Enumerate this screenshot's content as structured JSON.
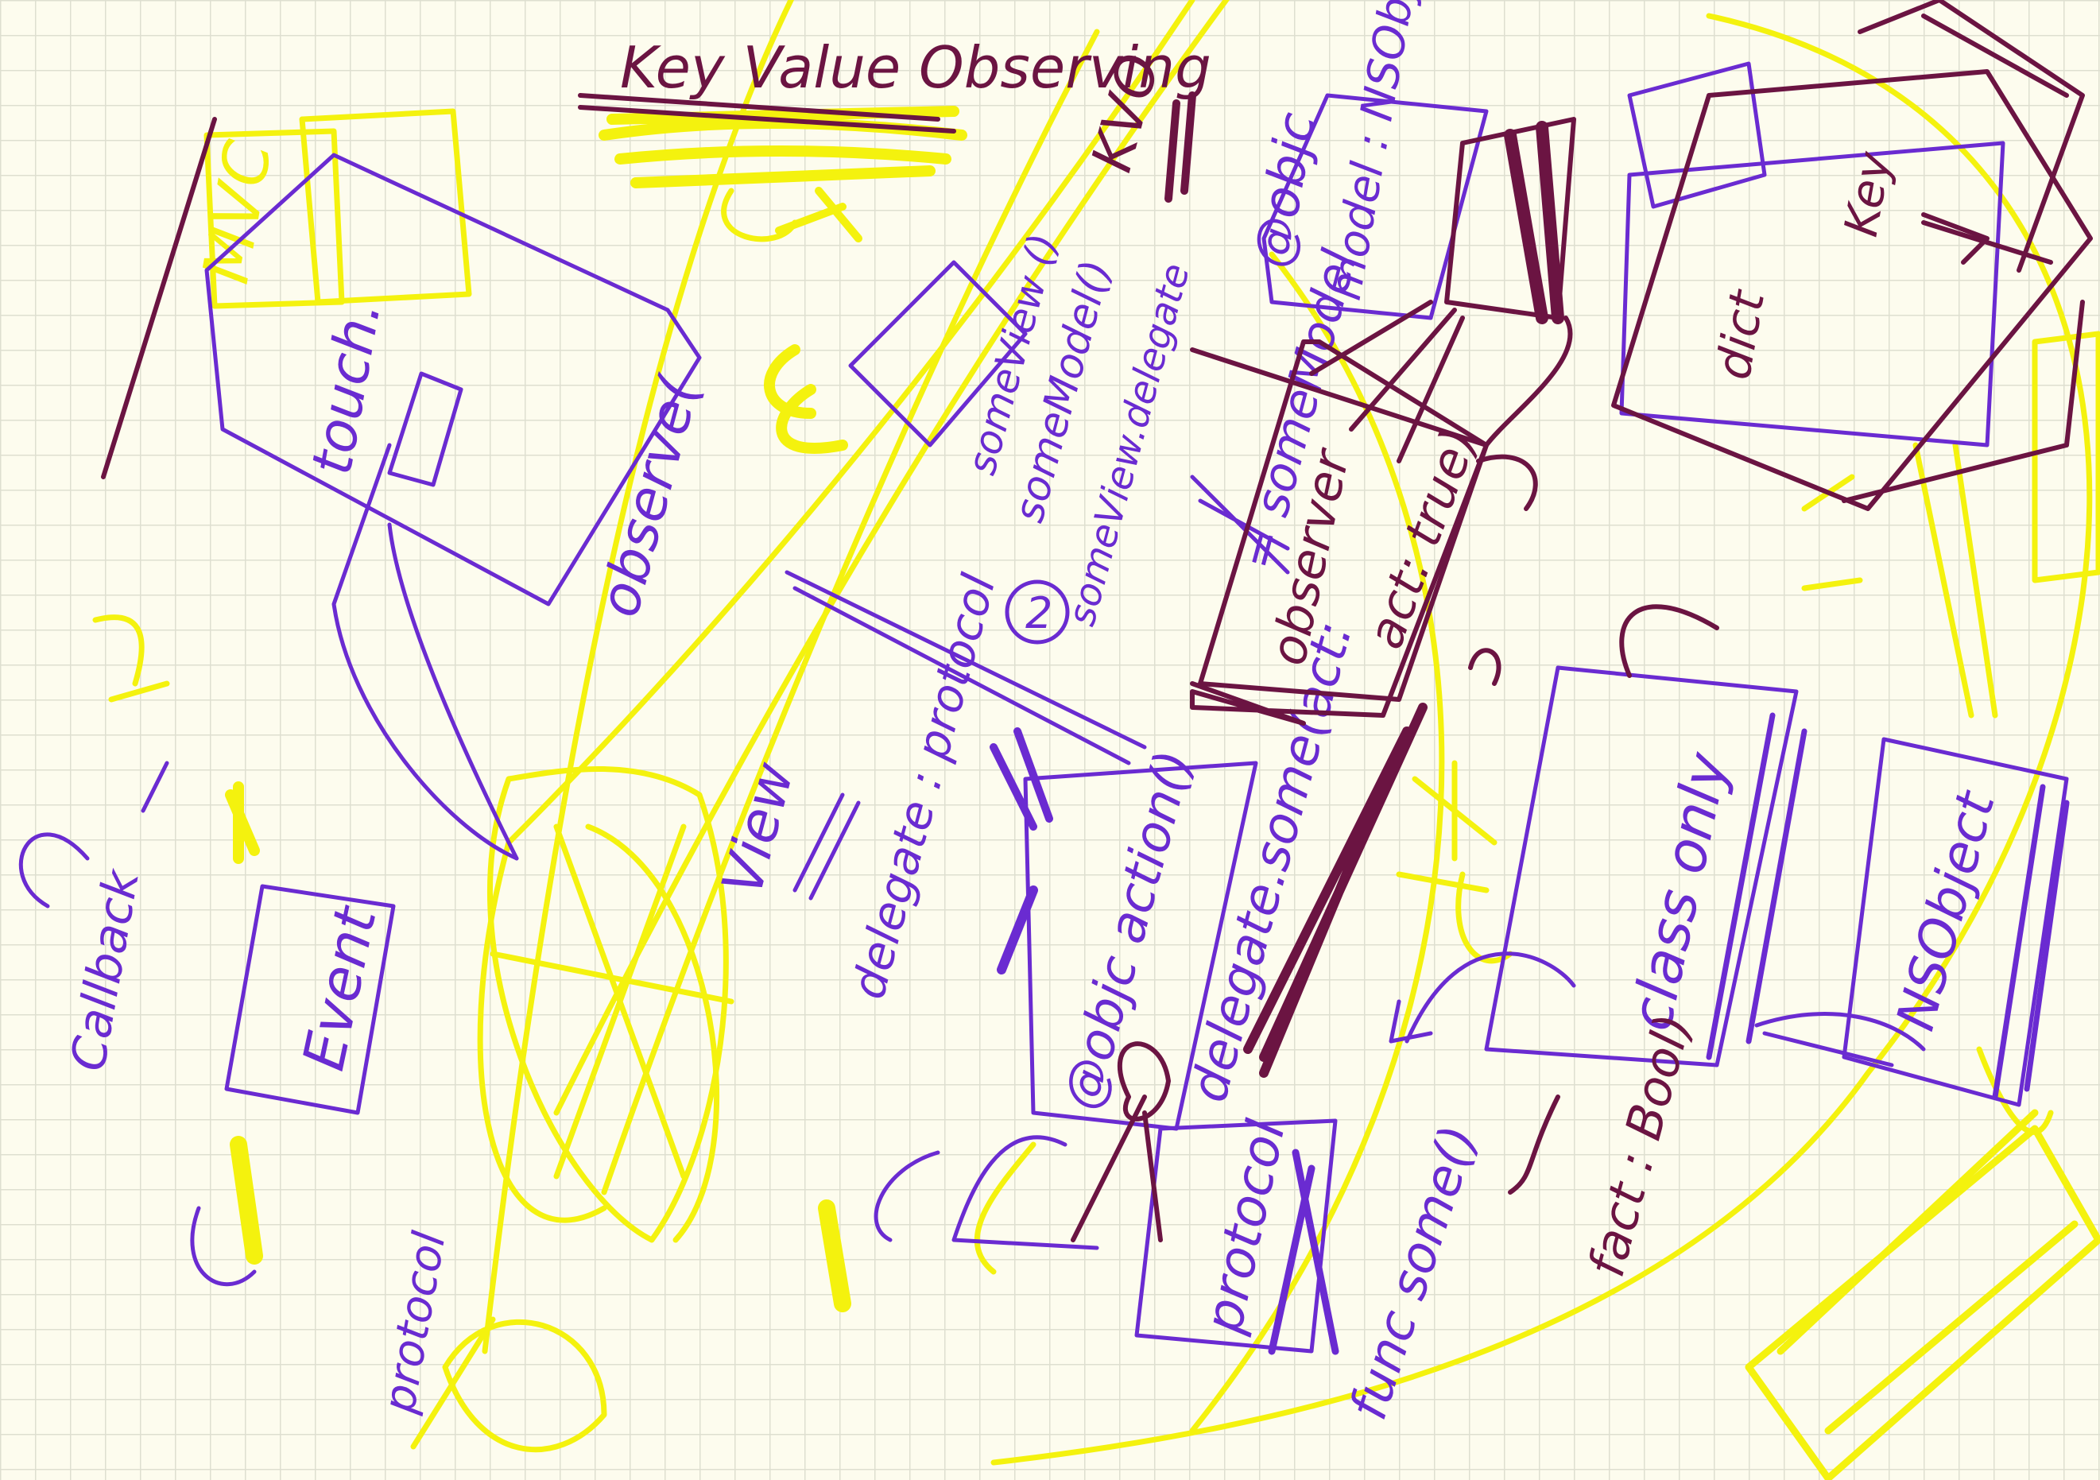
{
  "notes": {
    "title": "Key Value Observing",
    "kvo": "KVO",
    "mvc": "MVC",
    "touch": "touch.",
    "observe": "observe(",
    "some_view": "someView ()",
    "some_model": "someModel()",
    "some_view_delegate": "someView.delegate",
    "eq_some_model": "= someModel",
    "observer": "observer",
    "act_true": "act: true)",
    "objc_top": "@objc",
    "model_nsobj": "model : NSObject",
    "view_label": "View",
    "delegate_protocol_1": "delegate : protocol",
    "delegate_protocol_2": "delegate : protocol",
    "objc_action": "@objc action()",
    "delegate_some": "delegate.some(act:",
    "event": "Event",
    "protocol_box": "protocol",
    "func_some": "func some()",
    "fact_bool": "fact : Bool)",
    "class_only": "class only",
    "nsobject": "NSObject",
    "protocol_left": "protocol",
    "callback": "Callback",
    "dict": "dict",
    "key": "Key",
    "circled_two": "2"
  },
  "colors": {
    "paper": "#fdfcee",
    "grid": "#dedfd0",
    "purple": "#6a2bd1",
    "maroon": "#6b1442",
    "yellow": "#f4f20e"
  }
}
